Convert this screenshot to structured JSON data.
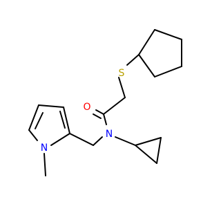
{
  "molecule": {
    "atoms": {
      "sulfur": "S",
      "oxygen": "O",
      "amide_nitrogen": "N",
      "pyrrole_nitrogen": "N"
    },
    "colors": {
      "bond": "#000000",
      "sulfur": "#b8a000",
      "oxygen": "#ff0000",
      "nitrogen": "#0000ff",
      "background": "#ffffff"
    }
  }
}
